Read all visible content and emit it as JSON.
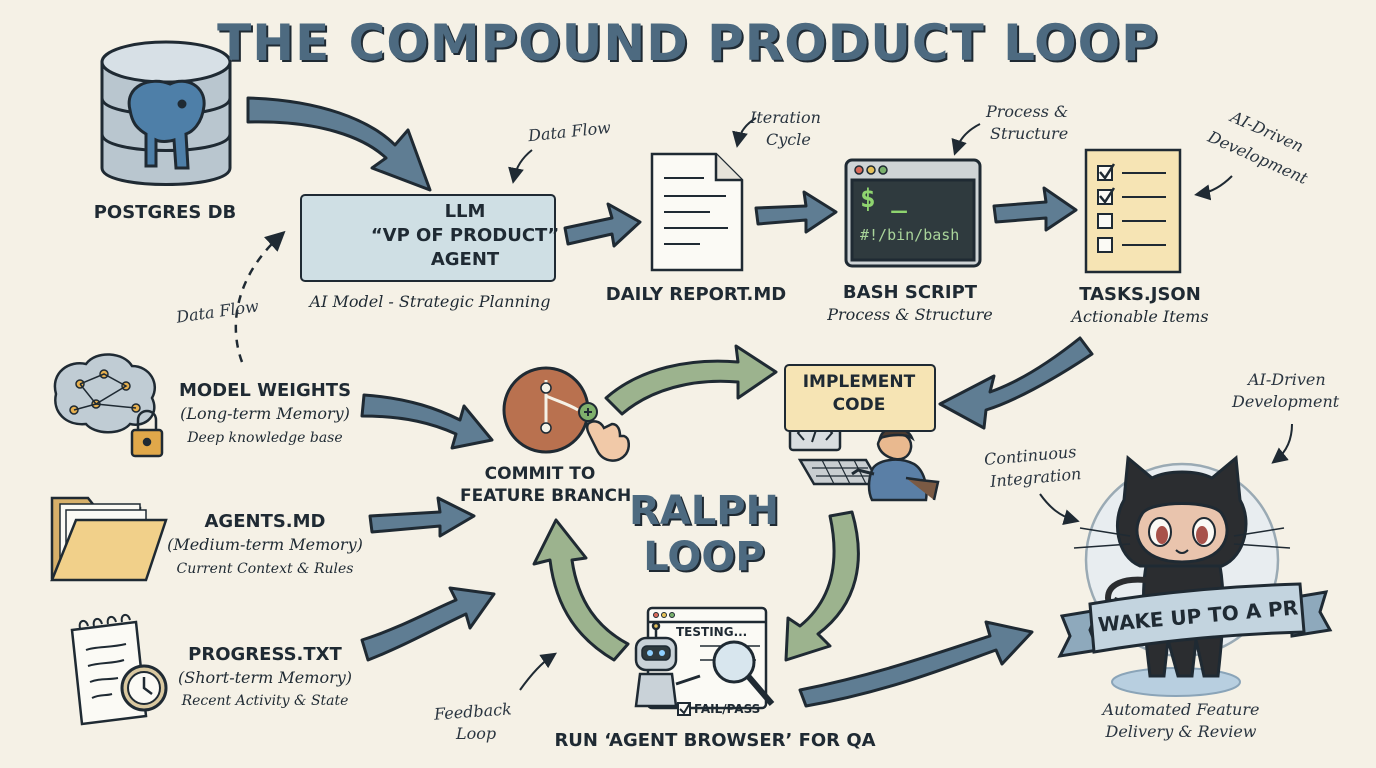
{
  "title": "THE COMPOUND PRODUCT LOOP",
  "nodes": {
    "postgres": {
      "label": "POSTGRES DB"
    },
    "llm": {
      "line1": "LLM",
      "line2": "“VP OF PRODUCT”",
      "line3": "AGENT",
      "caption": "AI Model - Strategic Planning"
    },
    "report": {
      "label": "DAILY REPORT.MD"
    },
    "bash": {
      "label": "BASH SCRIPT",
      "caption": "Process & Structure",
      "prompt": "$ _",
      "shebang": "#!/bin/bash"
    },
    "tasks": {
      "label": "TASKS.JSON",
      "caption": "Actionable Items"
    },
    "weights": {
      "label": "MODEL WEIGHTS",
      "caption1": "(Long-term Memory)",
      "caption2": "Deep knowledge base"
    },
    "agents_md": {
      "label": "AGENTS.MD",
      "caption1": "(Medium-term Memory)",
      "caption2": "Current Context & Rules"
    },
    "progress": {
      "label": "PROGRESS.TXT",
      "caption1": "(Short-term Memory)",
      "caption2": "Recent Activity & State"
    },
    "commit": {
      "line1": "COMMIT TO",
      "line2": "FEATURE BRANCH"
    },
    "implement": {
      "line1": "IMPLEMENT",
      "line2": "CODE",
      "icon_text": "</>"
    },
    "ralph": {
      "line1": "RALPH",
      "line2": "LOOP"
    },
    "browser": {
      "label": "RUN ‘AGENT BROWSER’ FOR QA",
      "screen_text": "TESTING...",
      "status_text": "FAIL/PASS"
    },
    "pr": {
      "banner": "WAKE UP TO A PR",
      "caption1": "Automated Feature",
      "caption2": "Delivery & Review"
    }
  },
  "annotations": {
    "data_flow_1": "Data Flow",
    "data_flow_2": "Data Flow",
    "iteration_1": "Iteration",
    "iteration_2": "Cycle",
    "process_1": "Process &",
    "process_2": "Structure",
    "ai_dev_top_1": "AI-Driven",
    "ai_dev_top_2": "Development",
    "ai_dev_right_1": "AI-Driven",
    "ai_dev_right_2": "Development",
    "ci_1": "Continuous",
    "ci_2": "Integration",
    "feedback_1": "Feedback",
    "feedback_2": "Loop"
  },
  "colors": {
    "blue_arrow": "#5f7d93",
    "green_arrow": "#9cb38e",
    "accent_blue": "#4d6a80",
    "ink": "#1f2a33",
    "paper": "#f5f1e6"
  }
}
